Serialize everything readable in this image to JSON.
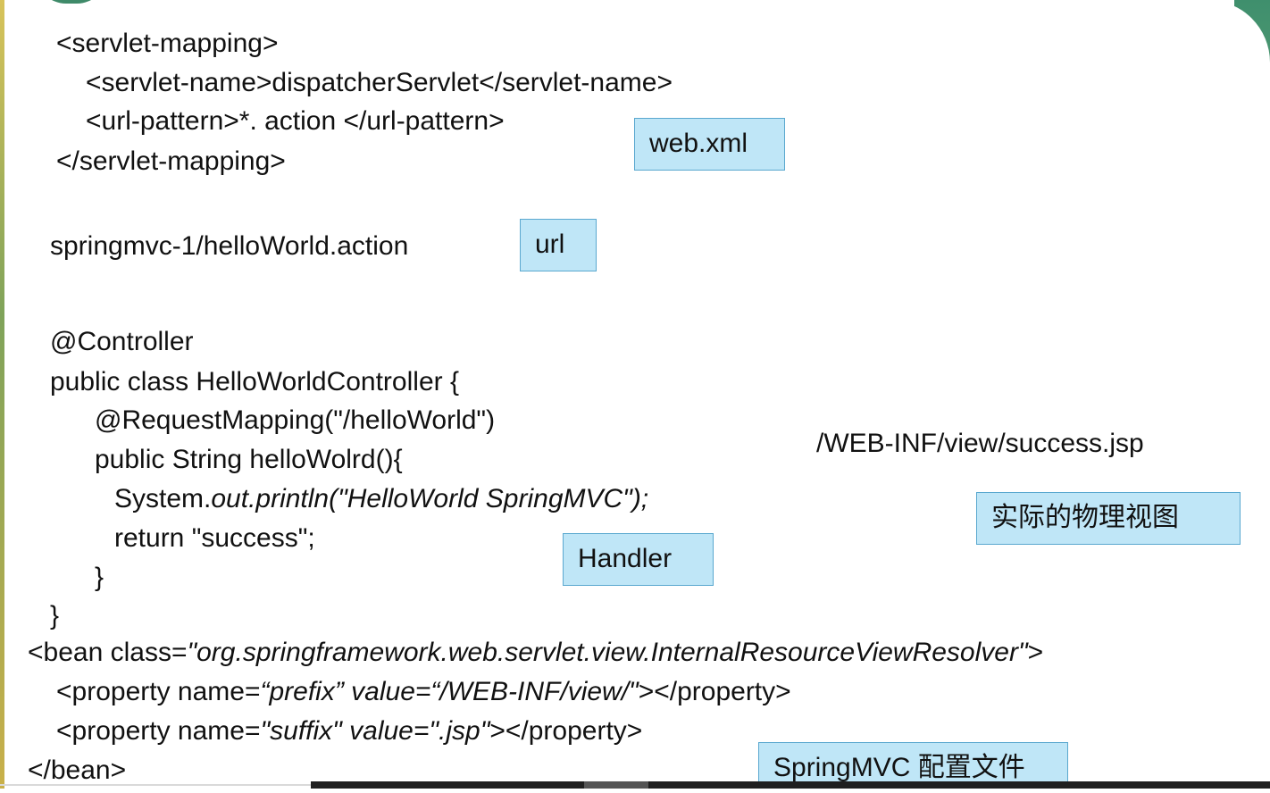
{
  "code_lines": {
    "l01": "<servlet-mapping>",
    "l02": "<servlet-name>dispatcherServlet</servlet-name>",
    "l03": "<url-pattern>*. action </url-pattern>",
    "l04": "</servlet-mapping>",
    "l05": "springmvc-1/helloWorld.action",
    "l06": "@Controller",
    "l07": "public class HelloWorldController {",
    "l08": "@RequestMapping(\"/helloWorld\")",
    "l09": "public String helloWolrd(){",
    "l10a": "System.",
    "l10b": "out.println(\"HelloWorld SpringMVC\");",
    "l11": "return \"success\";",
    "l12": "}",
    "l13": "}",
    "l14a": "<bean class=",
    "l14b": "\"org.springframework.web.servlet.view.InternalResourceViewResolver\"",
    "l14c": ">",
    "l15a": "<property name=",
    "l15b": "“prefix” value=“/WEB-INF/view/\"",
    "l15c": "></property>",
    "l16a": "<property name=",
    "l16b": "\"suffix\" value=\".jsp\"",
    "l16c": "></property>",
    "l17": "</bean>",
    "view_path": "/WEB-INF/view/success.jsp"
  },
  "tags": {
    "web_xml": "web.xml",
    "url": "url",
    "handler": "Handler",
    "physical_view": "实际的物理视图",
    "config_file": "SpringMVC 配置文件"
  },
  "colors": {
    "tag_bg": "#bfe6f7",
    "tag_border": "#5aa8cf"
  }
}
